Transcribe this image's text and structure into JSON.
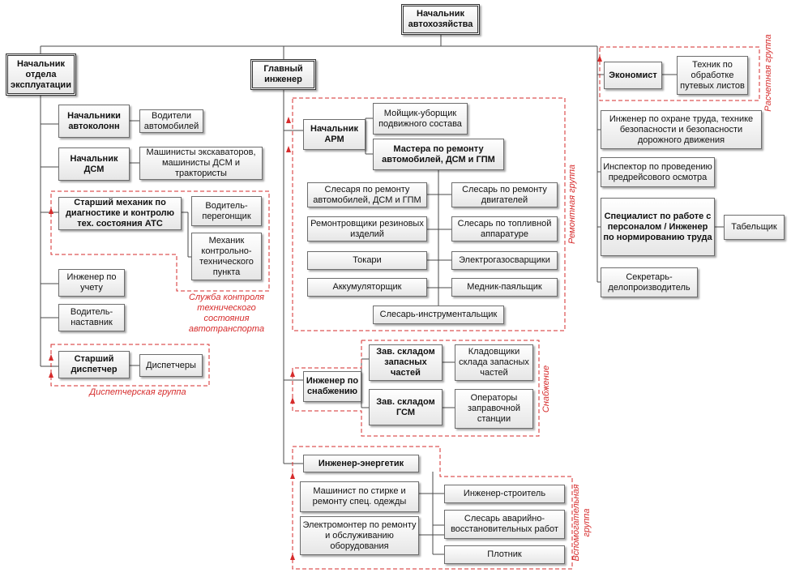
{
  "top": {
    "head": "Начальник автохозяйства"
  },
  "ops": {
    "head": "Начальник отдела эксплуатации",
    "autocol": "Начальники автоколонн",
    "drivers": "Водители автомобилей",
    "dsm": "Начальник ДСМ",
    "dsm_workers": "Машинисты экскаваторов, машинисты ДСМ и трактористы",
    "senior_mech": "Старший механик по диагностике и контролю тех. состояния АТС",
    "driver_ferry": "Водитель-перегонщик",
    "mechanic_ktp": "Механик контрольно-технического пункта",
    "tech_service_group": "Служба контроля технического состояния автотранспорта",
    "accounting_engineer": "Инженер по учету",
    "driver_mentor": "Водитель-наставник",
    "senior_dispatcher": "Старший диспетчер",
    "dispatchers": "Диспетчеры",
    "dispatch_group": "Диспетчерская группа"
  },
  "chief": {
    "head": "Главный инженер",
    "arm_head": "Начальник АРМ",
    "washer": "Мойщик-уборщик подвижного состава",
    "masters": "Мастера по ремонту автомобилей, ДСМ и ГПМ",
    "fitter_auto": "Слесаря по ремонту автомобилей, ДСМ и ГПМ",
    "fitter_engine": "Слесарь по ремонту двигателей",
    "rubber": "Ремонтровщики резиновых изделий",
    "fuel": "Слесарь по топливной аппаратуре",
    "turners": "Токари",
    "welder": "Электрогазосварщики",
    "battery": "Аккумуляторщик",
    "tinsmith": "Медник-паяльщик",
    "toolmaker": "Слесарь-инструментальщик",
    "repair_group": "Ремонтная группа",
    "supply_engineer": "Инженер по снабжению",
    "spare_head": "Зав. складом запасных частей",
    "spare_keepers": "Кладовщики склада запасных частей",
    "fuel_head": "Зав. складом ГСМ",
    "fuel_operators": "Операторы заправочной станции",
    "supply_group": "Снабжение",
    "energy_engineer": "Инженер-энергетик",
    "laundry": "Машинист по стирке и ремонту спец. одежды",
    "electrician": "Электромонтер по ремонту и обслуживанию оборудования",
    "builder": "Инженер-строитель",
    "emergency": "Слесарь аварийно-восстановительных работ",
    "carpenter": "Плотник",
    "aux_group": "Вспомогательная группа"
  },
  "right": {
    "economist": "Экономист",
    "waybill_tech": "Техник по обработке путевых листов",
    "calc_group": "Расчетная группа",
    "safety": "Инженер по охране труда, технике безопасности и безопасности дорожного движения",
    "inspector": "Инспектор по проведению предрейсового осмотра",
    "hr": "Специалист по работе с персоналом / Инженер по нормированию труда",
    "timekeeper": "Табельщик",
    "secretary": "Секретарь-делопроизводитель"
  },
  "colors": {
    "group_border": "#d62b2b",
    "line": "#4a4a4a"
  }
}
